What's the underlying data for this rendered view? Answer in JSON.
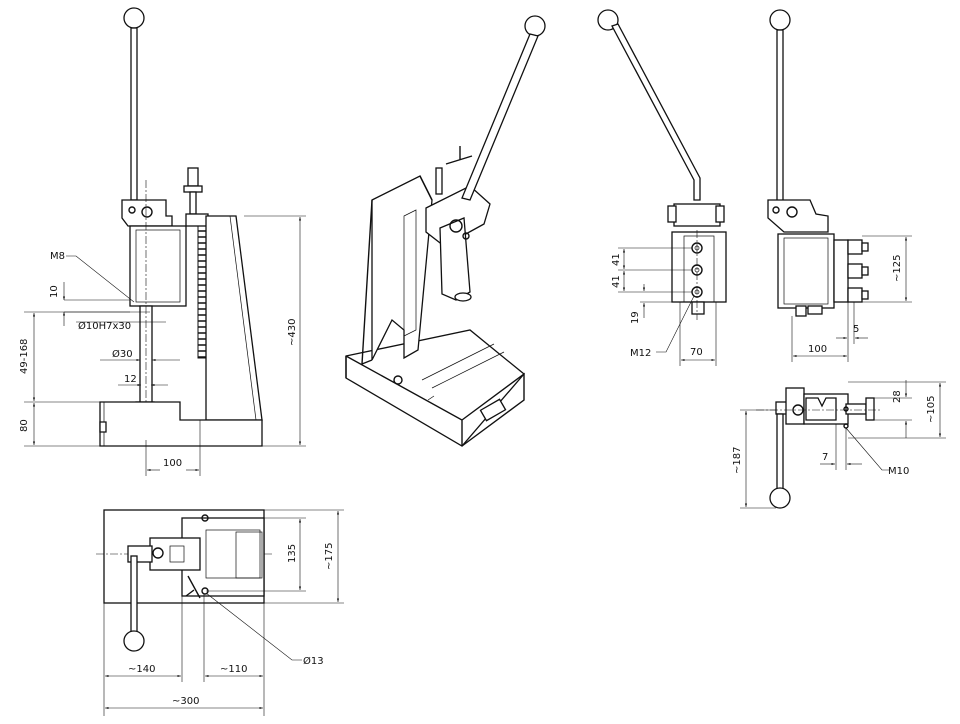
{
  "drawing": {
    "front_view": {
      "thread_label": "M8",
      "bore_label": "Ø10H7x30",
      "stroke_range": "49-168",
      "dim_10": "10",
      "dim_30": "Ø30",
      "dim_12": "12",
      "dim_80": "80",
      "dim_100": "100",
      "dim_430": "~430"
    },
    "top_view": {
      "dim_135": "135",
      "dim_175": "~175",
      "dim_140": "~140",
      "dim_110": "~110",
      "dim_300": "~300",
      "hole_label": "Ø13"
    },
    "ram_front_view": {
      "dim_41a": "41",
      "dim_41b": "41",
      "dim_19": "19",
      "dim_70": "70",
      "thread_label": "M12"
    },
    "ram_side_view": {
      "dim_125": "~125",
      "dim_5": "5",
      "dim_100": "100"
    },
    "ram_top_view": {
      "dim_28": "28",
      "dim_105": "~105",
      "dim_187": "~187",
      "dim_7": "7",
      "thread_label": "M10"
    }
  }
}
